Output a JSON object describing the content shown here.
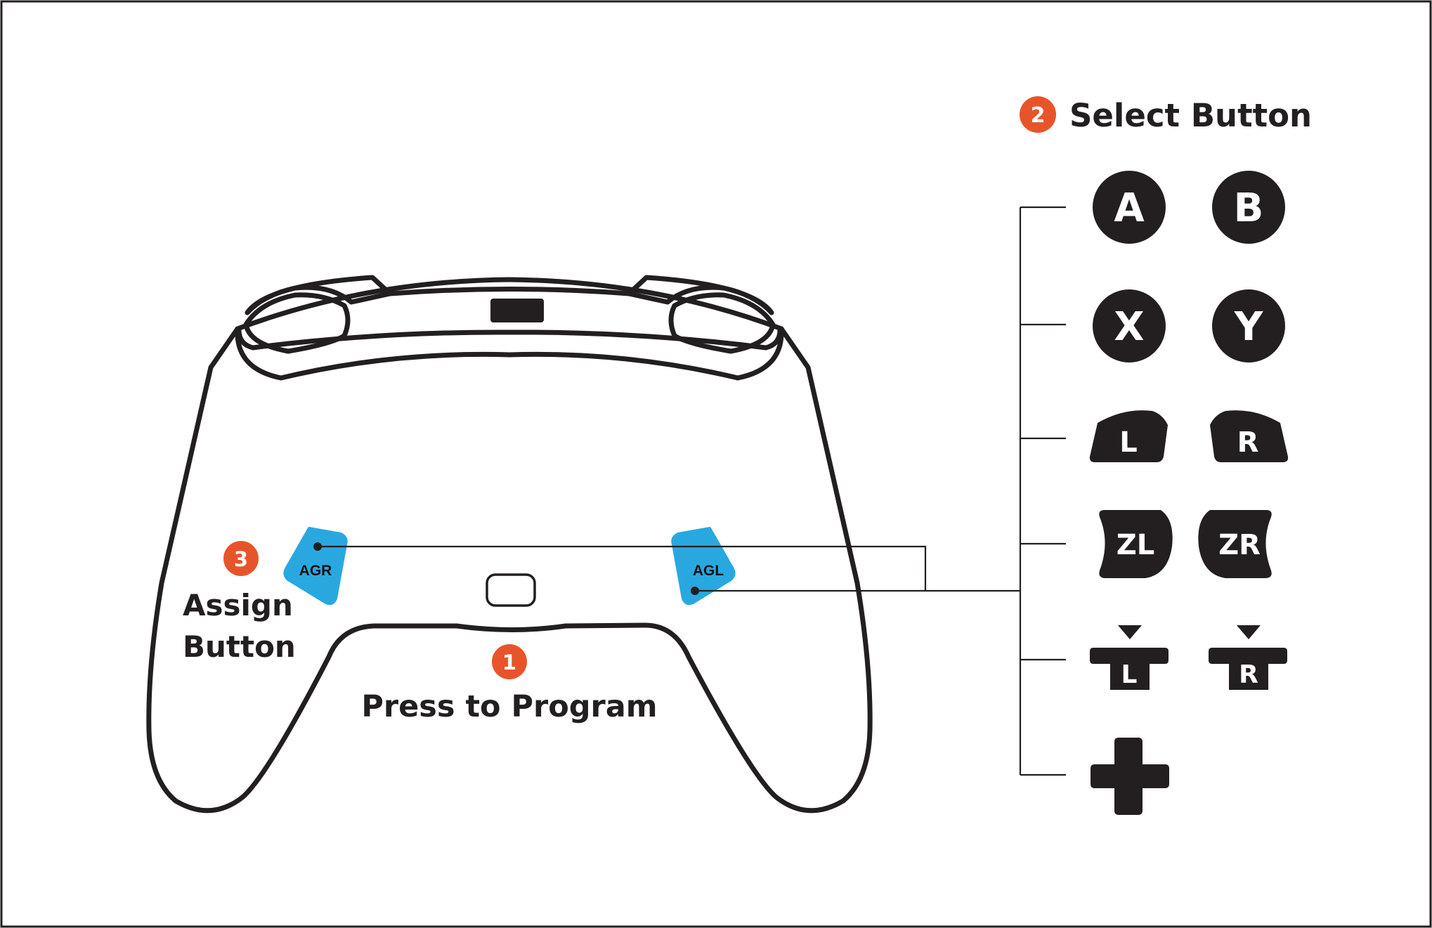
{
  "steps": [
    {
      "number": "1",
      "label": "Press to Program"
    },
    {
      "number": "2",
      "label": "Select Button"
    },
    {
      "number": "3",
      "label_line1": "Assign",
      "label_line2": "Button"
    }
  ],
  "paddles": {
    "right": "AGR",
    "left": "AGL"
  },
  "select_buttons": {
    "a": "A",
    "b": "B",
    "x": "X",
    "y": "Y",
    "l": "L",
    "r": "R",
    "zl": "ZL",
    "zr": "ZR",
    "l_stick": "L",
    "r_stick": "R",
    "dpad": "dpad-icon"
  },
  "colors": {
    "step_badge": "#e8542a",
    "paddle": "#29a8e0",
    "outline": "#231f20",
    "button_fill": "#231f20"
  }
}
